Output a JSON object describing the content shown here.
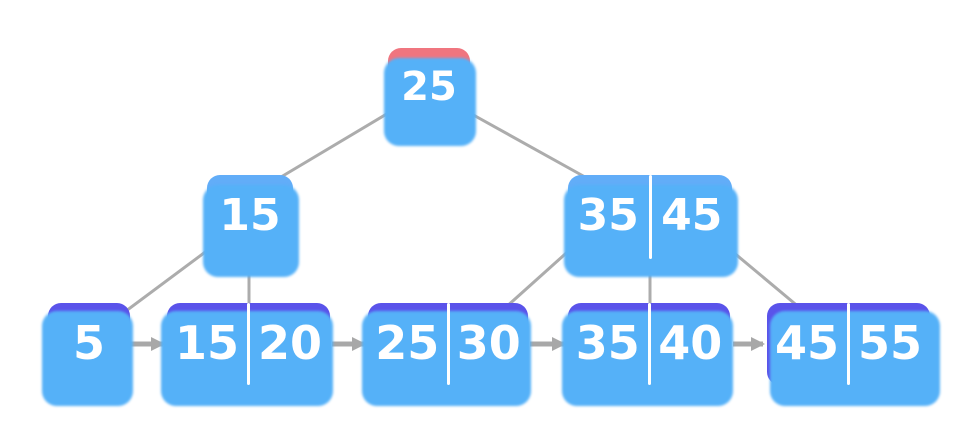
{
  "diagram": {
    "type": "b-plus-tree",
    "nodes": [
      {
        "id": "root",
        "role": "root",
        "keys": [
          "25"
        ]
      },
      {
        "id": "internal-left",
        "role": "internal",
        "keys": [
          "15"
        ]
      },
      {
        "id": "internal-right",
        "role": "internal",
        "keys": [
          "35",
          "45"
        ]
      },
      {
        "id": "leaf-1",
        "role": "leaf",
        "keys": [
          "5"
        ]
      },
      {
        "id": "leaf-2",
        "role": "leaf",
        "keys": [
          "15",
          "20"
        ]
      },
      {
        "id": "leaf-3",
        "role": "leaf",
        "keys": [
          "25",
          "30"
        ]
      },
      {
        "id": "leaf-4",
        "role": "leaf",
        "keys": [
          "35",
          "40"
        ]
      },
      {
        "id": "leaf-5",
        "role": "leaf",
        "keys": [
          "45",
          "55"
        ]
      }
    ],
    "edges": [
      {
        "from": "root",
        "to": "internal-left"
      },
      {
        "from": "root",
        "to": "internal-right"
      },
      {
        "from": "internal-left",
        "to": "leaf-1"
      },
      {
        "from": "internal-left",
        "to": "leaf-2"
      },
      {
        "from": "internal-right",
        "to": "leaf-3"
      },
      {
        "from": "internal-right",
        "to": "leaf-4"
      },
      {
        "from": "internal-right",
        "to": "leaf-5"
      }
    ],
    "leaf_chain": [
      "leaf-1",
      "leaf-2",
      "leaf-3",
      "leaf-4",
      "leaf-5"
    ],
    "colors": {
      "root_fill": "#F0757F",
      "internal_fill": "#62ADF8",
      "leaf_fill": "#5A53EA",
      "shadow_fill": "#55B1F8",
      "edge_line": "#ACACAC",
      "arrow": "#A8A8A8",
      "divider": "#FFFFFF",
      "text": "#FFFFFF",
      "background": "#FFFFFF"
    }
  }
}
